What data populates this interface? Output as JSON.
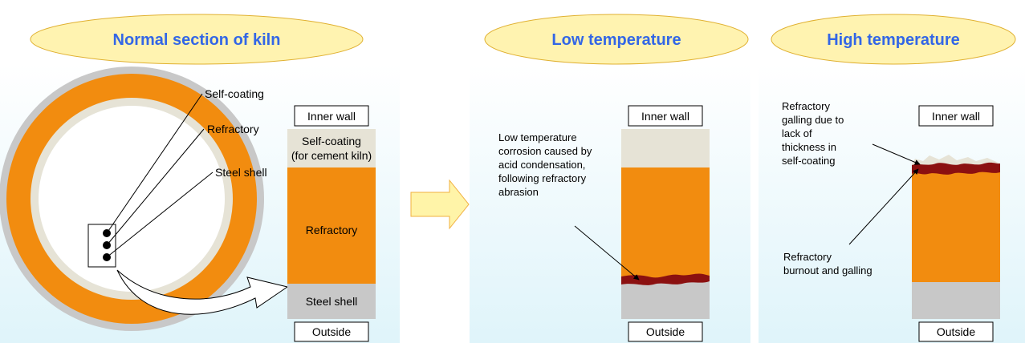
{
  "panels": {
    "normal": {
      "title": "Normal section of kiln",
      "labels": {
        "self_coating": "Self-coating",
        "refractory": "Refractory",
        "steel_shell": "Steel shell"
      },
      "column": {
        "inner_wall": "Inner wall",
        "self_coating_line1": "Self-coating",
        "self_coating_line2": "(for cement kiln)",
        "refractory": "Refractory",
        "steel_shell": "Steel shell",
        "outside": "Outside"
      }
    },
    "low": {
      "title": "Low temperature",
      "annotation": [
        "Low temperature",
        "corrosion caused by",
        "acid condensation,",
        "following refractory",
        "abrasion"
      ],
      "inner_wall": "Inner wall",
      "outside": "Outside"
    },
    "high": {
      "title": "High temperature",
      "annotation_top": [
        "Refractory",
        "galling due to",
        "lack of",
        "thickness in",
        "self-coating"
      ],
      "annotation_bottom": [
        "Refractory",
        "burnout and galling"
      ],
      "inner_wall": "Inner wall",
      "outside": "Outside"
    }
  },
  "colors": {
    "title_text": "#3366e6",
    "title_ellipse": "#fff3b0",
    "refractory": "#f28c0f",
    "self_coating": "#e6e3d6",
    "steel_shell": "#c8c8c8",
    "corrosion": "#8b1010",
    "arrow_fill": "#fff4a8",
    "panel_bg_top": "#ffffff",
    "panel_bg_bottom": "#dff4fa"
  }
}
